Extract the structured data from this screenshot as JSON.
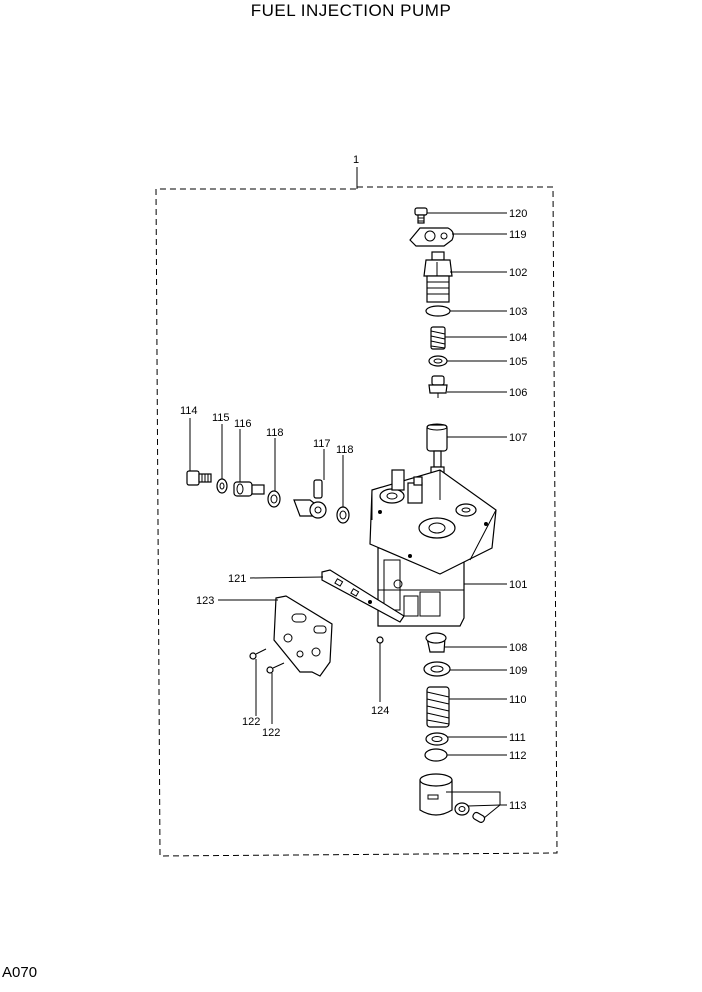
{
  "title": "FUEL INJECTION PUMP",
  "page_code": "A070",
  "assembly_label": "1",
  "callouts": [
    {
      "id": "p101",
      "text": "101"
    },
    {
      "id": "p102",
      "text": "102"
    },
    {
      "id": "p103",
      "text": "103"
    },
    {
      "id": "p104",
      "text": "104"
    },
    {
      "id": "p105",
      "text": "105"
    },
    {
      "id": "p106",
      "text": "106"
    },
    {
      "id": "p107",
      "text": "107"
    },
    {
      "id": "p108",
      "text": "108"
    },
    {
      "id": "p109",
      "text": "109"
    },
    {
      "id": "p110",
      "text": "110"
    },
    {
      "id": "p111",
      "text": "111"
    },
    {
      "id": "p112",
      "text": "112"
    },
    {
      "id": "p113",
      "text": "113"
    },
    {
      "id": "p114",
      "text": "114"
    },
    {
      "id": "p115",
      "text": "115"
    },
    {
      "id": "p116",
      "text": "116"
    },
    {
      "id": "p117",
      "text": "117"
    },
    {
      "id": "p118a",
      "text": "118"
    },
    {
      "id": "p118b",
      "text": "118"
    },
    {
      "id": "p119",
      "text": "119"
    },
    {
      "id": "p120",
      "text": "120"
    },
    {
      "id": "p121",
      "text": "121"
    },
    {
      "id": "p122a",
      "text": "122"
    },
    {
      "id": "p122b",
      "text": "122"
    },
    {
      "id": "p123",
      "text": "123"
    },
    {
      "id": "p124",
      "text": "124"
    }
  ]
}
